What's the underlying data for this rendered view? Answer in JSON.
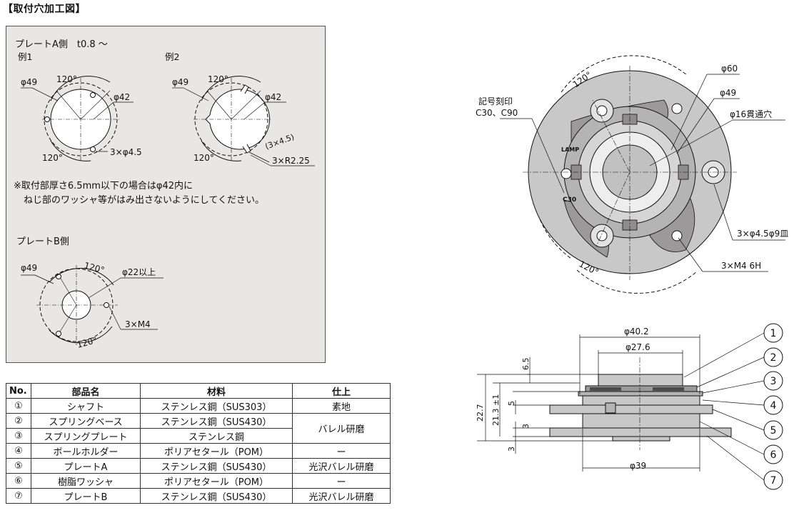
{
  "title": "【取付穴加工図】",
  "panel": {
    "plateA_header": "プレートA側　t0.8 ～",
    "example1": "例1",
    "example2": "例2",
    "ex1": {
      "d49": "φ49",
      "d42": "φ42",
      "angle_top": "120°",
      "angle_bottom": "120°",
      "holes": "3×φ4.5"
    },
    "ex2": {
      "d49": "φ49",
      "d42": "φ42",
      "angle_top": "120°",
      "angle_bottom": "120°",
      "slot": "(3×4.5)",
      "radius": "3×R2.25"
    },
    "note_line1": "※取付部厚さ6.5mm以下の場合はφ42内に",
    "note_line2": "ねじ部のワッシャ等がはみ出さないようにしてください。",
    "plateB_header": "プレートB側",
    "pb": {
      "d49": "φ49",
      "d22": "φ22以上",
      "angle_top": "120°",
      "angle_bottom": "120°",
      "thread": "3×M4"
    }
  },
  "top_view": {
    "marking_label_1": "記号刻印",
    "marking_label_2": "C30、C90",
    "d60": "φ60",
    "d49": "φ49",
    "d16": "φ16貫通穴",
    "angle_top": "120°",
    "angle_bottom": "120°",
    "holes": "3×φ4.5φ9皿",
    "thread": "3×M4 6H",
    "logo": "LAMP",
    "stamp": "C30"
  },
  "side_view": {
    "d402": "φ40.2",
    "d276": "φ27.6",
    "d39": "φ39",
    "h227": "22.7",
    "h213": "21.3 ±1",
    "h65": "6.5",
    "h5": "5",
    "h3a": "3",
    "h3b": "3",
    "callouts": [
      "1",
      "2",
      "3",
      "4",
      "5",
      "6",
      "7"
    ]
  },
  "table": {
    "headers": [
      "No.",
      "部品名",
      "材料",
      "仕上"
    ],
    "rows": [
      {
        "no": "①",
        "name": "シャフト",
        "material": "ステンレス鋼（SUS303）",
        "finish": "素地"
      },
      {
        "no": "②",
        "name": "スプリングベース",
        "material": "ステンレス鋼（SUS430）",
        "finish": "バレル研磨"
      },
      {
        "no": "③",
        "name": "スプリングプレート",
        "material": "ステンレス鋼",
        "finish": ""
      },
      {
        "no": "④",
        "name": "ボールホルダー",
        "material": "ポリアセタール（POM）",
        "finish": "ー"
      },
      {
        "no": "⑤",
        "name": "プレートA",
        "material": "ステンレス鋼（SUS430）",
        "finish": "光沢バレル研磨"
      },
      {
        "no": "⑥",
        "name": "樹脂ワッシャ",
        "material": "ポリアセタール（POM）",
        "finish": "ー"
      },
      {
        "no": "⑦",
        "name": "プレートB",
        "material": "ステンレス鋼（SUS430）",
        "finish": "光沢バレル研磨"
      }
    ]
  }
}
